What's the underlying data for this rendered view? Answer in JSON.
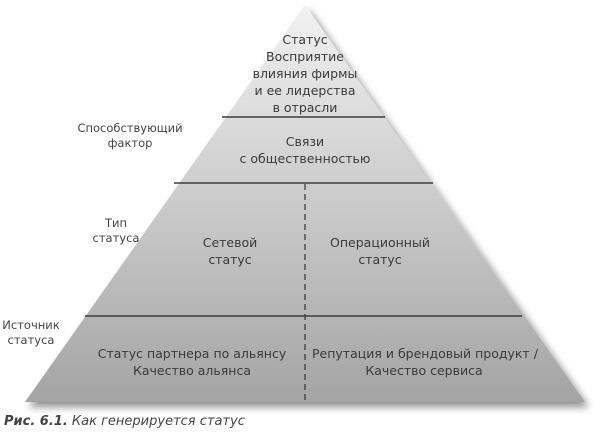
{
  "apex": {
    "title": "Статус",
    "lines": [
      "Восприятие",
      "влияния фирмы",
      "и ее лидерства",
      "в отрасли"
    ]
  },
  "tier2": {
    "lines": [
      "Связи",
      "с общественностью"
    ]
  },
  "tier3": {
    "left": [
      "Сетевой",
      "статус"
    ],
    "right": [
      "Операционный",
      "статус"
    ]
  },
  "tier4": {
    "left": [
      "Статус партнера по альянсу",
      "Качество альянса"
    ],
    "right": [
      "Репутация и брендовый продукт /",
      "Качество сервиса"
    ]
  },
  "side_labels": {
    "factor": [
      "Способствующий",
      "фактор"
    ],
    "type": [
      "Тип",
      "статуса"
    ],
    "source": [
      "Источник",
      "статуса"
    ]
  },
  "caption": {
    "number": "Рис. 6.1.",
    "text": "Как генерируется статус"
  }
}
